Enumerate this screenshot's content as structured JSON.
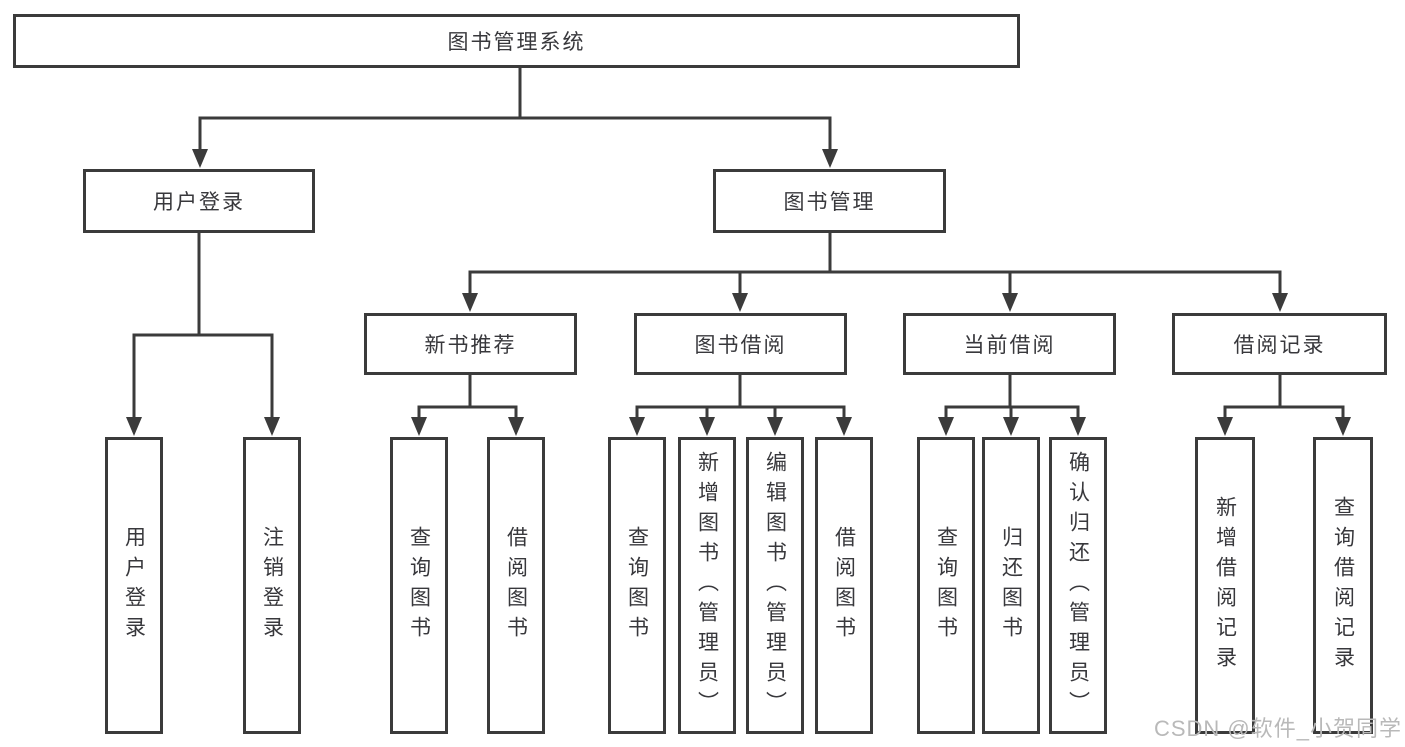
{
  "diagram": {
    "title": "图书管理系统",
    "root": {
      "label": "图书管理系统"
    },
    "level2": [
      {
        "label": "用户登录"
      },
      {
        "label": "图书管理"
      }
    ],
    "level3": [
      {
        "label": "新书推荐",
        "parent": "图书管理"
      },
      {
        "label": "图书借阅",
        "parent": "图书管理"
      },
      {
        "label": "当前借阅",
        "parent": "图书管理"
      },
      {
        "label": "借阅记录",
        "parent": "图书管理"
      }
    ],
    "leaves": [
      {
        "label": "用户登录",
        "parent": "用户登录"
      },
      {
        "label": "注销登录",
        "parent": "用户登录"
      },
      {
        "label": "查询图书",
        "parent": "新书推荐"
      },
      {
        "label": "借阅图书",
        "parent": "新书推荐"
      },
      {
        "label": "查询图书",
        "parent": "图书借阅"
      },
      {
        "label": "新增图书（管理员）",
        "parent": "图书借阅"
      },
      {
        "label": "编辑图书（管理员）",
        "parent": "图书借阅"
      },
      {
        "label": "借阅图书",
        "parent": "图书借阅"
      },
      {
        "label": "查询图书",
        "parent": "当前借阅"
      },
      {
        "label": "归还图书",
        "parent": "当前借阅"
      },
      {
        "label": "确认归还（管理员）",
        "parent": "当前借阅"
      },
      {
        "label": "新增借阅记录",
        "parent": "借阅记录"
      },
      {
        "label": "查询借阅记录",
        "parent": "借阅记录"
      }
    ]
  },
  "watermark": {
    "text": "CSDN @软件_小贺同学"
  },
  "colors": {
    "line": "#3b3b3b",
    "text": "#38383c",
    "watermark": "#b9b9b9",
    "background": "#ffffff"
  }
}
